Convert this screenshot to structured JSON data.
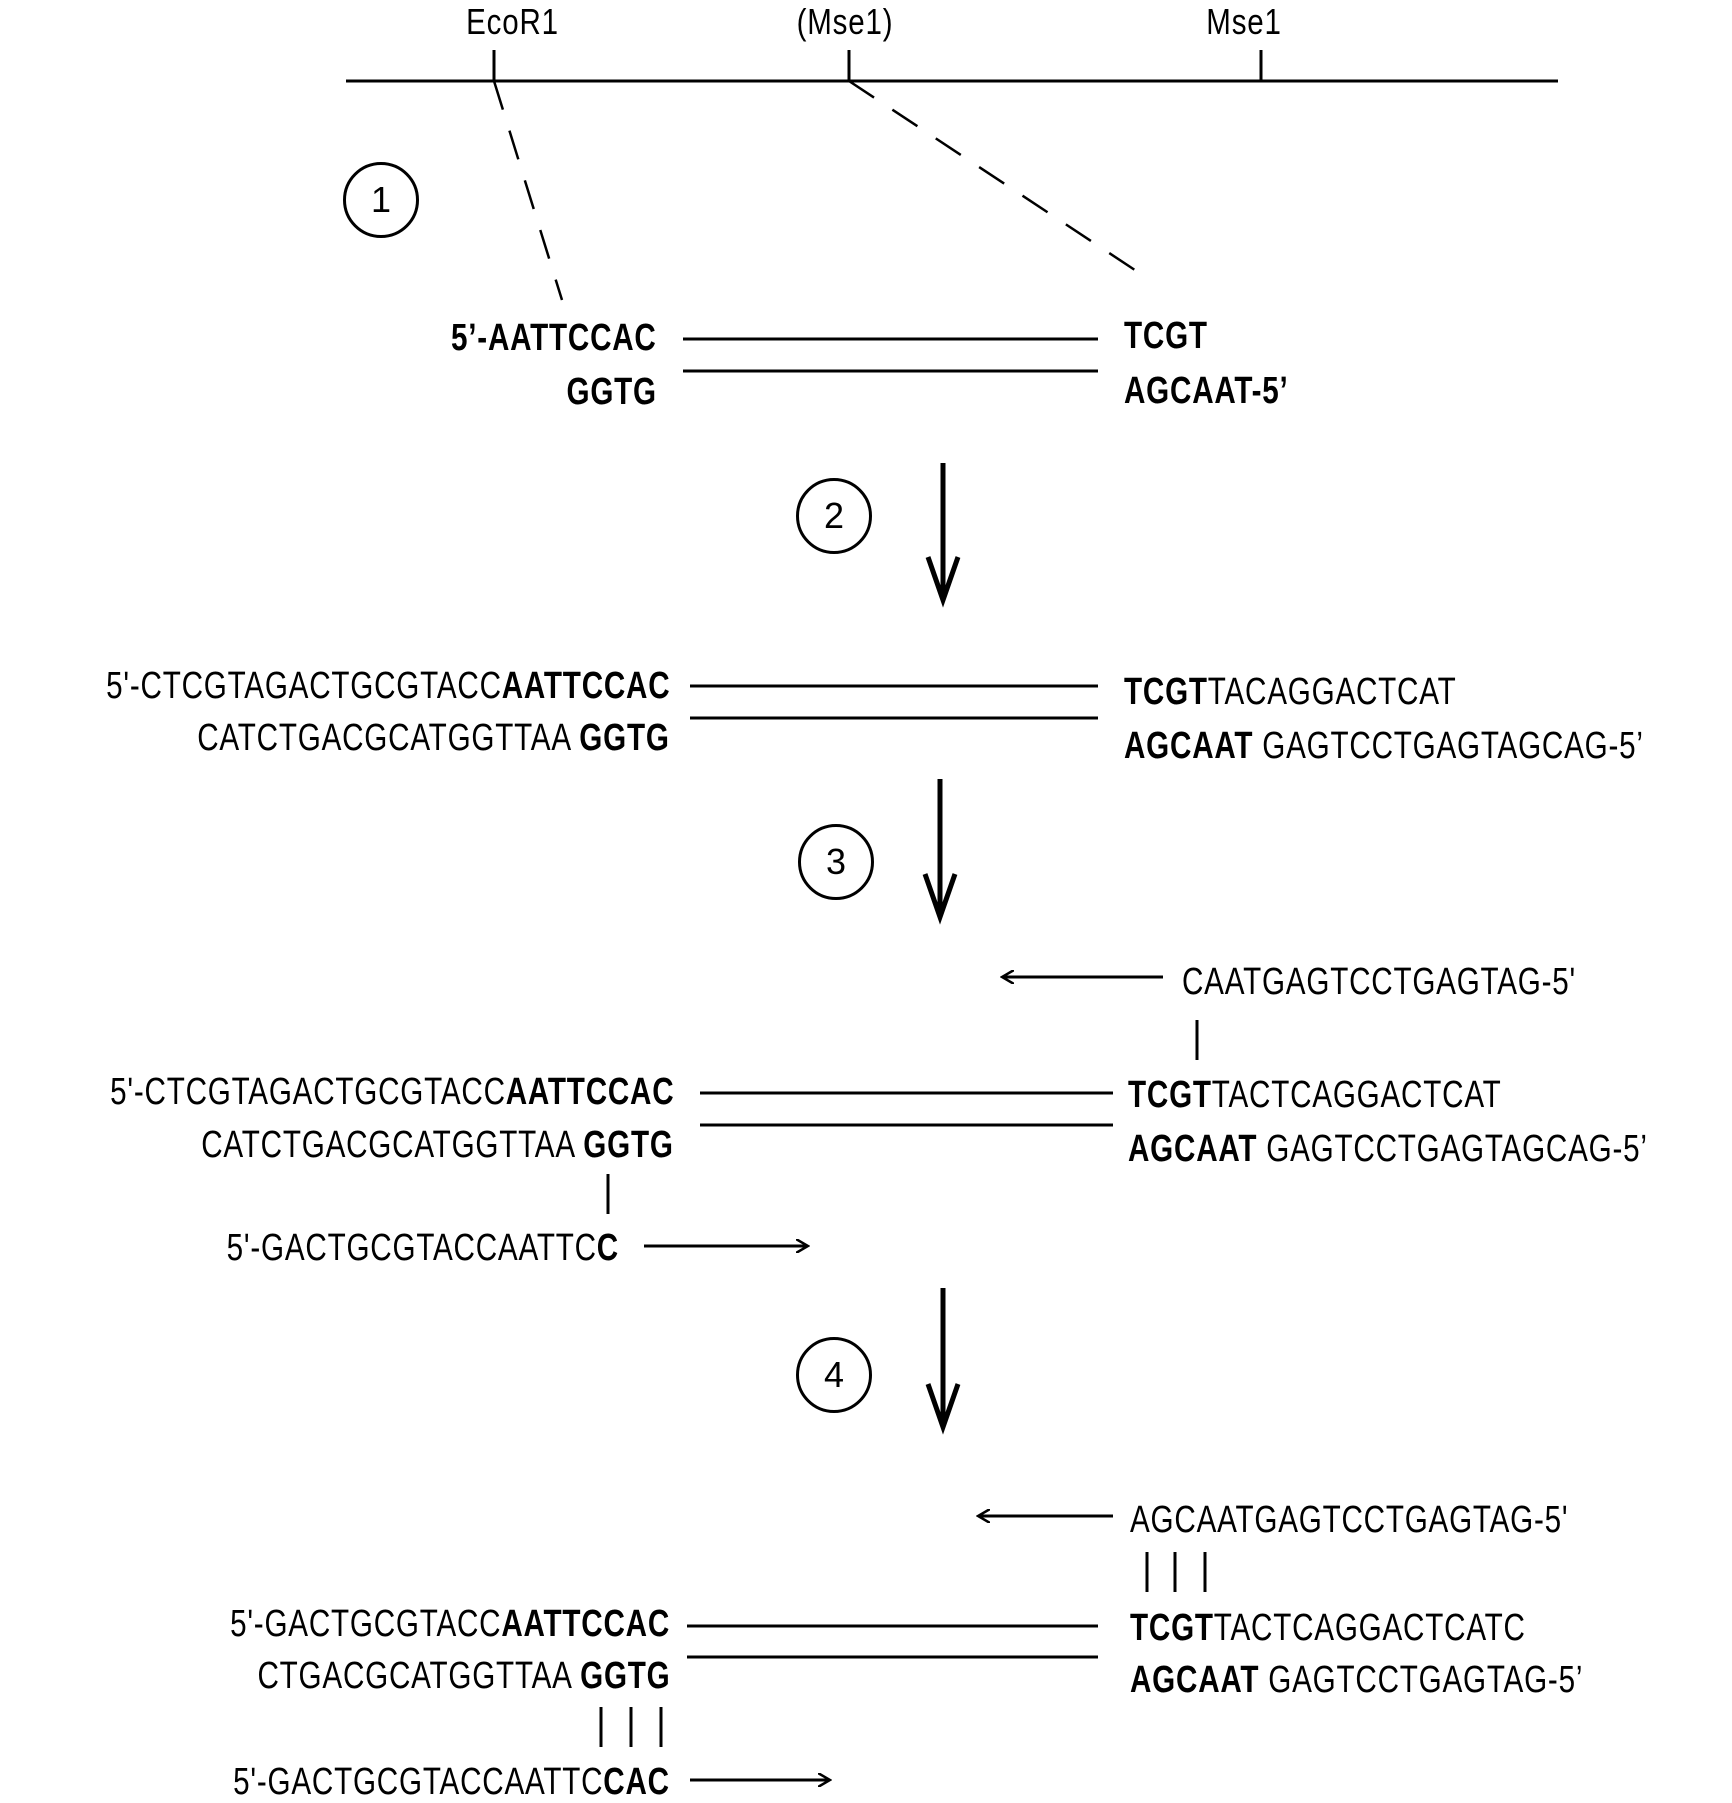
{
  "map": {
    "sites": [
      {
        "label": "EcoR1"
      },
      {
        "label": "(Mse1)"
      },
      {
        "label": "Mse1"
      }
    ]
  },
  "steps": [
    "1",
    "2",
    "3",
    "4"
  ],
  "step1": {
    "top_left_prefix": "5’-",
    "top_left_bold": "AATTCCAC",
    "bottom_left_bold": "GGTG",
    "top_right_bold": "TCGT",
    "bottom_right_bold": "AGCAAT",
    "bottom_right_suffix": "-5’"
  },
  "step2": {
    "top_left_plain": "5'-CTCGTAGACTGCGTACC",
    "top_left_bold": "AATTCCAC",
    "bottom_left_plain": "CATCTGACGCATGGTTAA ",
    "bottom_left_bold": "GGTG",
    "top_right_bold": "TCGT",
    "top_right_plain": "TACAGGACTCAT",
    "bottom_right_bold": "AGCAAT",
    "bottom_right_plain": " GAGTCCTGAGTAGCAG-5’"
  },
  "step3": {
    "primer_right": "CAATGAGTCCTGAGTAG-5'",
    "top_left_plain": "5'-CTCGTAGACTGCGTACC",
    "top_left_bold": "AATTCCAC",
    "bottom_left_plain": "CATCTGACGCATGGTTAA ",
    "bottom_left_bold": "GGTG",
    "top_right_bold": "TCGT",
    "top_right_plain": "TACTCAGGACTCAT",
    "bottom_right_bold": "AGCAAT",
    "bottom_right_plain": " GAGTCCTGAGTAGCAG-5’",
    "primer_left_plain": "5'-GACTGCGTACCAATTC",
    "primer_left_bold": "C"
  },
  "step4": {
    "primer_right": "AGCAATGAGTCCTGAGTAG-5'",
    "top_left_plain": "5'-GACTGCGTACC",
    "top_left_bold": "AATTCCAC",
    "bottom_left_plain": "CTGACGCATGGTTAA ",
    "bottom_left_bold": "GGTG",
    "top_right_bold": "TCGT",
    "top_right_plain": "TACTCAGGACTCATC",
    "bottom_right_bold": "AGCAAT",
    "bottom_right_plain": " GAGTCCTGAGTAG-5’",
    "primer_left_plain": "5'-GACTGCGTACCAATTC",
    "primer_left_bold": "CAC"
  }
}
